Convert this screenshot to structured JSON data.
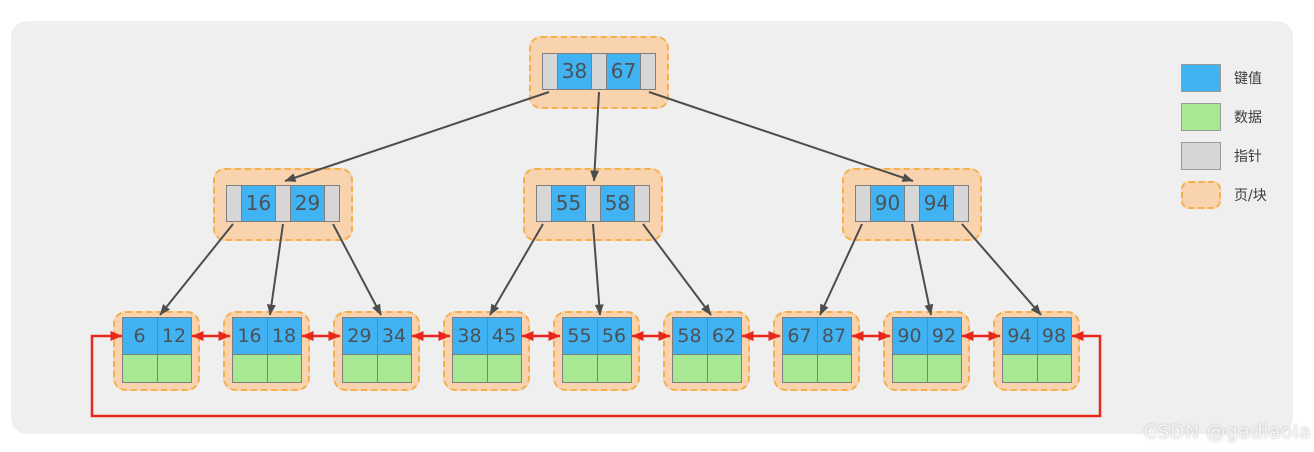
{
  "colors": {
    "key": "#41b3f2",
    "data": "#a9e893",
    "pointer": "#d6d6d6",
    "page": "#f8d3ae",
    "page-border": "#f3b04d",
    "cell-border": "#7f7f7f",
    "arrow": "#4d4d4d",
    "link": "#e8271d",
    "panel": "#efefef",
    "text": "#4a5258"
  },
  "tree": {
    "root": {
      "keys": [
        "38",
        "67"
      ]
    },
    "internal": [
      {
        "keys": [
          "16",
          "29"
        ]
      },
      {
        "keys": [
          "55",
          "58"
        ]
      },
      {
        "keys": [
          "90",
          "94"
        ]
      }
    ],
    "leaves": [
      {
        "keys": [
          "6",
          "12"
        ]
      },
      {
        "keys": [
          "16",
          "18"
        ]
      },
      {
        "keys": [
          "29",
          "34"
        ]
      },
      {
        "keys": [
          "38",
          "45"
        ]
      },
      {
        "keys": [
          "55",
          "56"
        ]
      },
      {
        "keys": [
          "58",
          "62"
        ]
      },
      {
        "keys": [
          "67",
          "87"
        ]
      },
      {
        "keys": [
          "90",
          "92"
        ]
      },
      {
        "keys": [
          "94",
          "98"
        ]
      }
    ]
  },
  "legend": {
    "items": [
      {
        "label": "键值",
        "swatch": "key-swatch"
      },
      {
        "label": "数据",
        "swatch": "data-swatch"
      },
      {
        "label": "指针",
        "swatch": "pointer-swatch"
      },
      {
        "label": "页/块",
        "swatch": "page-swatch"
      }
    ]
  },
  "watermark": "CSDN @gadiaola"
}
